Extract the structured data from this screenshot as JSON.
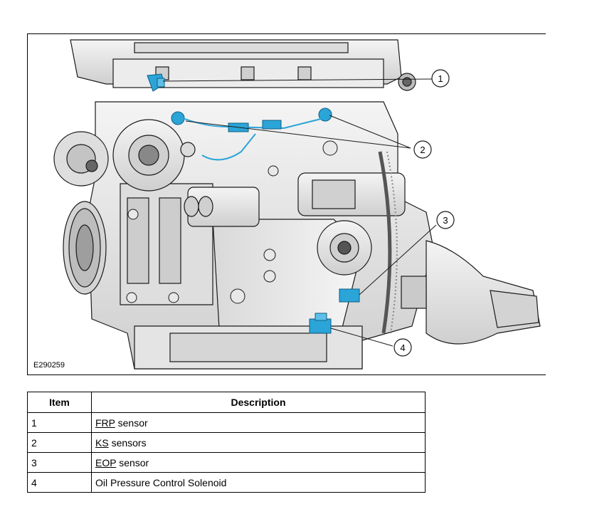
{
  "figure": {
    "id_label": "E290259",
    "callouts": [
      "1",
      "2",
      "3",
      "4"
    ],
    "colors": {
      "sensor_highlight": "#2ba4d8",
      "outline": "#1a1a1a",
      "engine_fill": "#e8e8e8",
      "engine_shade": "#c9c9c9"
    }
  },
  "table": {
    "headers": {
      "item": "Item",
      "description": "Description"
    },
    "rows": [
      {
        "item": "1",
        "abbr": "FRP",
        "rest": " sensor"
      },
      {
        "item": "2",
        "abbr": "KS",
        "rest": " sensors"
      },
      {
        "item": "3",
        "abbr": "EOP",
        "rest": " sensor"
      },
      {
        "item": "4",
        "abbr": "",
        "rest": "Oil Pressure Control Solenoid"
      }
    ]
  }
}
